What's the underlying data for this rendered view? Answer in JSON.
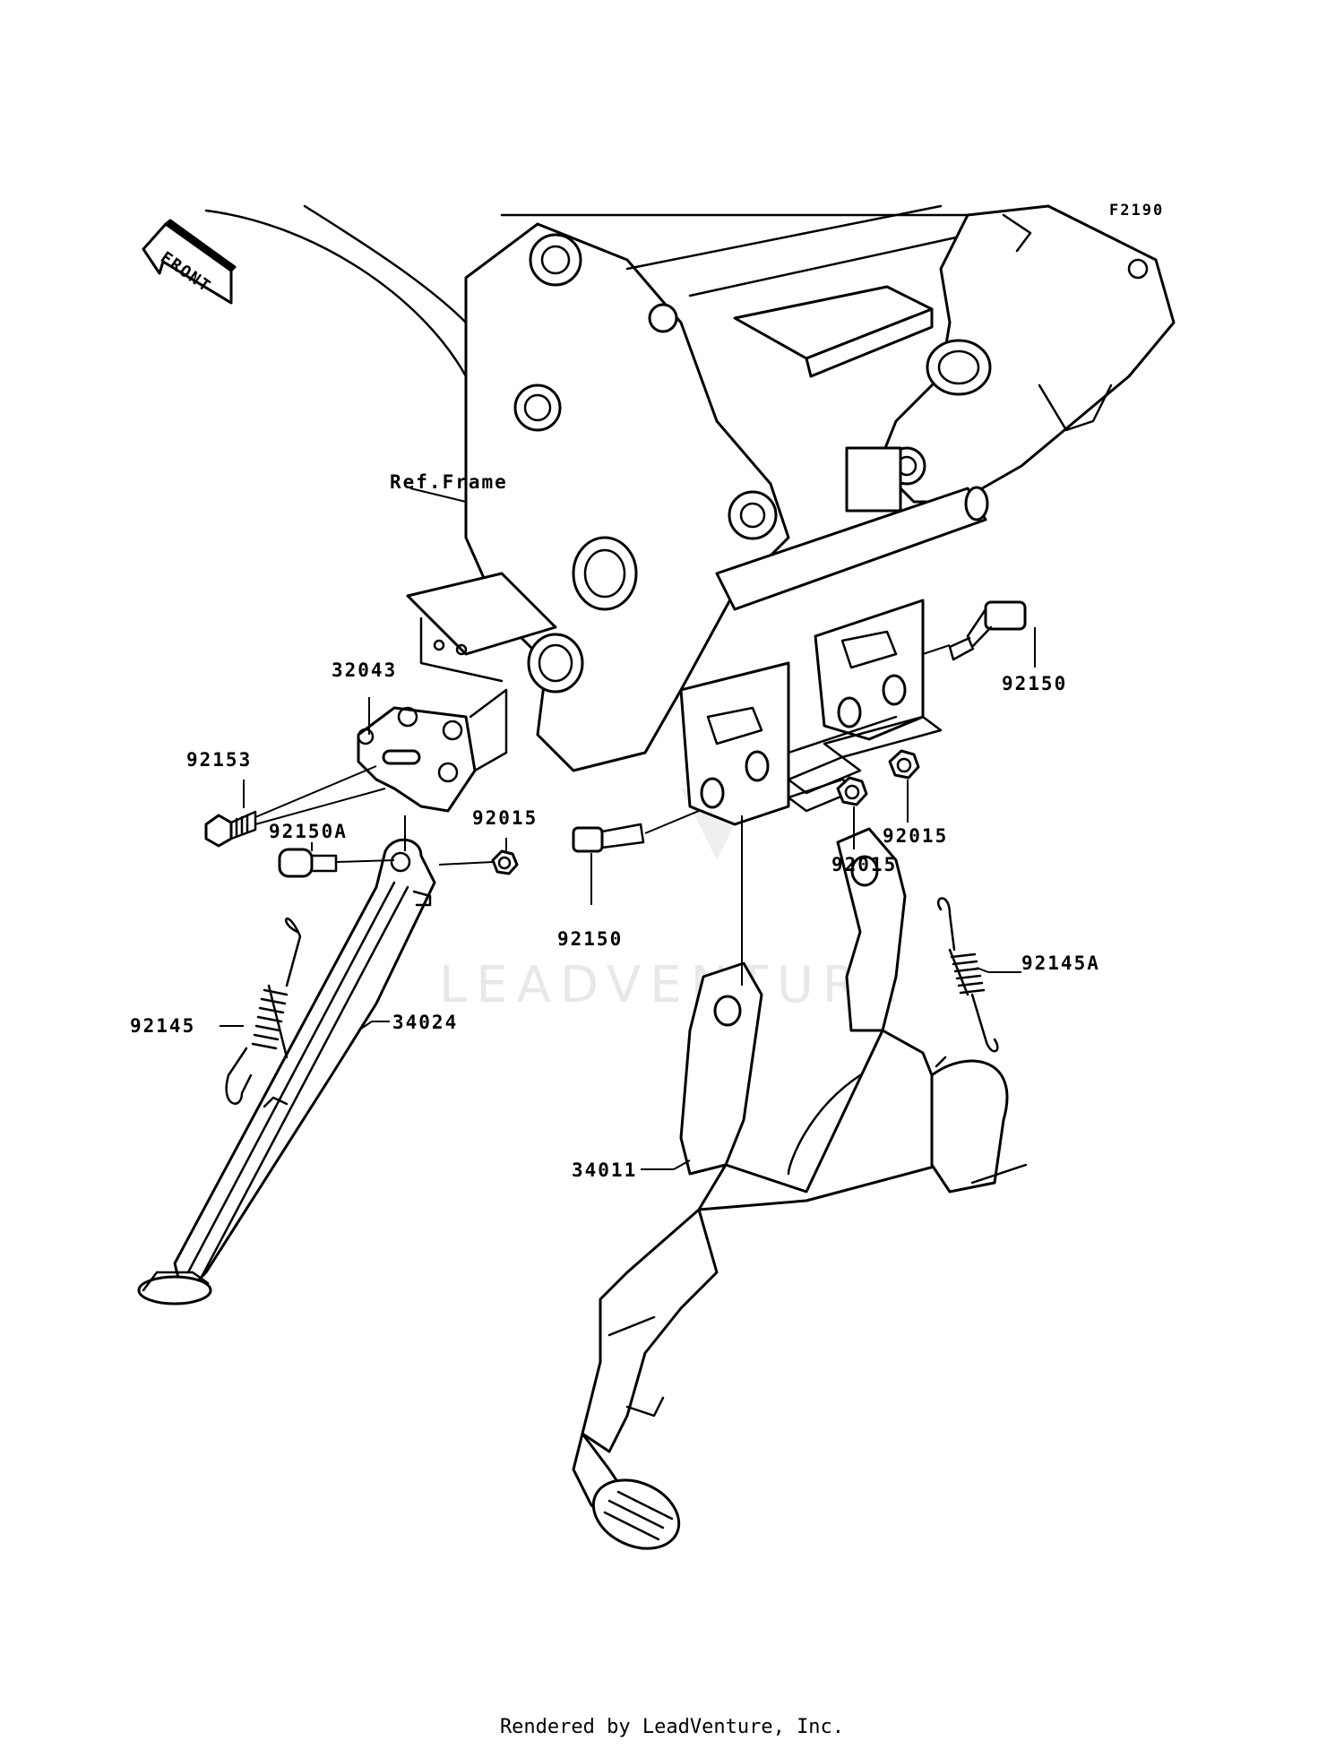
{
  "diagram": {
    "code": "F2190",
    "front_label": "FRONT",
    "ref_label": "Ref.Frame",
    "watermark": "LEADVENTURE",
    "parts": {
      "p32043": "32043",
      "p92153": "92153",
      "p92150A": "92150A",
      "p92015_left": "92015",
      "p92150_left": "92150",
      "p92150_right": "92150",
      "p92015_right_a": "92015",
      "p92015_right_b": "92015",
      "p92145": "92145",
      "p92145A": "92145A",
      "p34024": "34024",
      "p34011": "34011"
    }
  },
  "footer": {
    "text": "Rendered by LeadVenture, Inc."
  }
}
